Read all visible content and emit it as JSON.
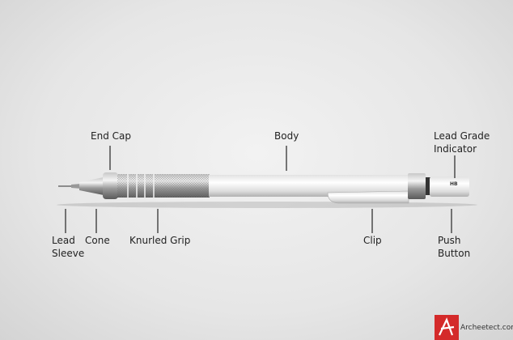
{
  "labels": {
    "end_cap": "End Cap",
    "body": "Body",
    "lead_grade_indicator": [
      "Lead Grade",
      "Indicator"
    ],
    "lead_sleeve": [
      "Lead",
      "Sleeve"
    ],
    "cone": "Cone",
    "knurled_grip": "Knurled Grip",
    "clip": "Clip",
    "push_button": [
      "Push",
      "Button"
    ]
  },
  "pencil": {
    "grade_mark": "HB"
  },
  "branding": {
    "site": "Archeetect.com",
    "logo_color": "#d42a2a"
  }
}
